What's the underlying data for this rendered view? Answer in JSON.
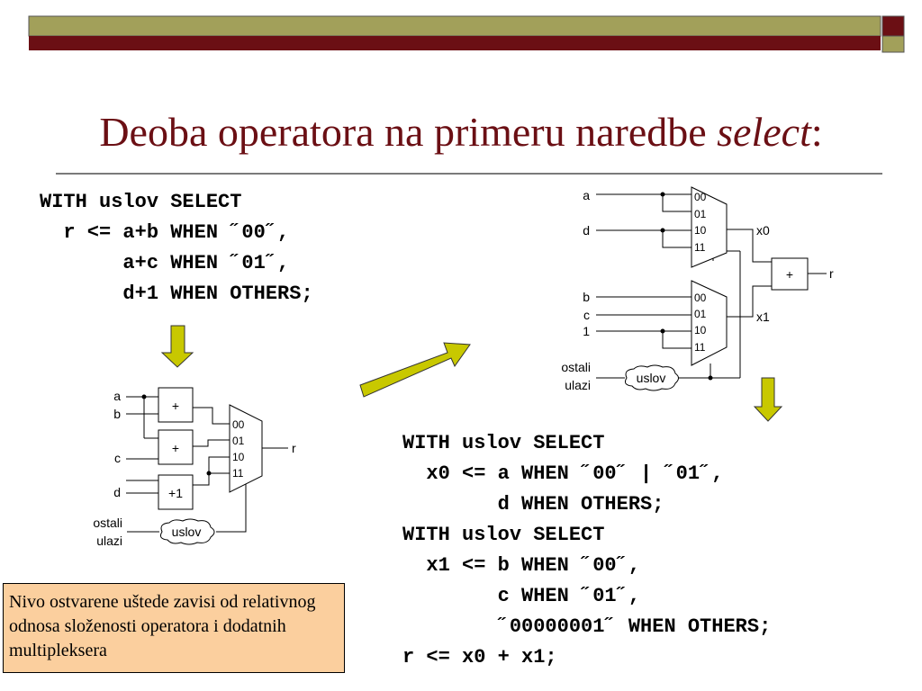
{
  "title": {
    "main": "Deoba operatora na primeru naredbe ",
    "italic": "select",
    "suffix": ":"
  },
  "code_left": [
    "WITH uslov SELECT",
    "  r <= a+b WHEN ˝00˝,",
    "       a+c WHEN ˝01˝,",
    "       d+1 WHEN OTHERS;"
  ],
  "code_right": [
    "WITH uslov SELECT",
    "  x0 <= a WHEN ˝00˝ | ˝01˝,",
    "        d WHEN OTHERS;",
    "WITH uslov SELECT",
    "  x1 <= b WHEN ˝00˝,",
    "        c WHEN ˝01˝,",
    "        ˝00000001˝ WHEN OTHERS;",
    "r <= x0 + x1;"
  ],
  "note": "Nivo ostvarene uštede zavisi od relativnog odnosa složenosti operatora i dodatnih multipleksera",
  "left_diagram": {
    "inputs": [
      "a",
      "b",
      "c",
      "d"
    ],
    "ops": [
      "+",
      "+",
      "+1"
    ],
    "mux_inputs": [
      "00",
      "01",
      "10",
      "11"
    ],
    "output": "r",
    "other_inputs": [
      "ostali",
      "ulazi"
    ],
    "select": "uslov"
  },
  "right_diagram": {
    "mux_top_inputs": [
      "a",
      "d"
    ],
    "mux_bottom_inputs": [
      "b",
      "c",
      "1"
    ],
    "mux_inputs": [
      "00",
      "01",
      "10",
      "11"
    ],
    "outputs": [
      "x0",
      "x1"
    ],
    "adder": "+",
    "output": "r",
    "other_inputs": [
      "ostali",
      "ulazi"
    ],
    "select": "uslov"
  },
  "colors": {
    "bar_olive": "#a2a05a",
    "bar_red": "#6b0f14",
    "title": "#6b0f14",
    "arrow": "#c8c800",
    "note_bg": "#fbcf9e"
  }
}
